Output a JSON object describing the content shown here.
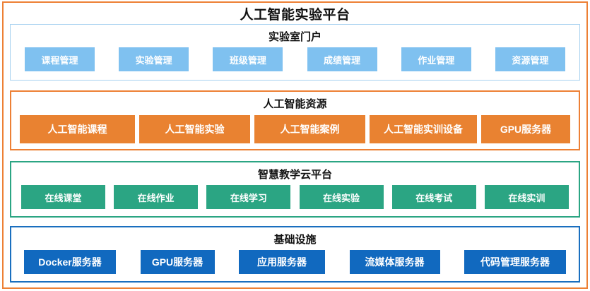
{
  "diagram": {
    "title": "人工智能实验平台",
    "frame_color": "#ED8035",
    "sections": [
      {
        "id": "laboratory-portal",
        "title": "实验室门户",
        "accent": "#7FC1F0",
        "border": "#A8D2F0",
        "items": [
          "课程管理",
          "实验管理",
          "班级管理",
          "成绩管理",
          "作业管理",
          "资源管理"
        ]
      },
      {
        "id": "ai-resources",
        "title": "人工智能资源",
        "accent": "#E98231",
        "border": "#ED8035",
        "items": [
          "人工智能课程",
          "人工智能实验",
          "人工智能案例",
          "人工智能实训设备",
          "GPU服务器"
        ]
      },
      {
        "id": "smart-teaching-cloud",
        "title": "智慧教学云平台",
        "accent": "#2BA583",
        "border": "#2BA583",
        "items": [
          "在线课堂",
          "在线作业",
          "在线学习",
          "在线实验",
          "在线考试",
          "在线实训"
        ]
      },
      {
        "id": "infrastructure",
        "title": "基础设施",
        "accent": "#1169BF",
        "border": "#1A6FBF",
        "items": [
          "Docker服务器",
          "GPU服务器",
          "应用服务器",
          "流媒体服务器",
          "代码管理服务器"
        ]
      }
    ]
  }
}
